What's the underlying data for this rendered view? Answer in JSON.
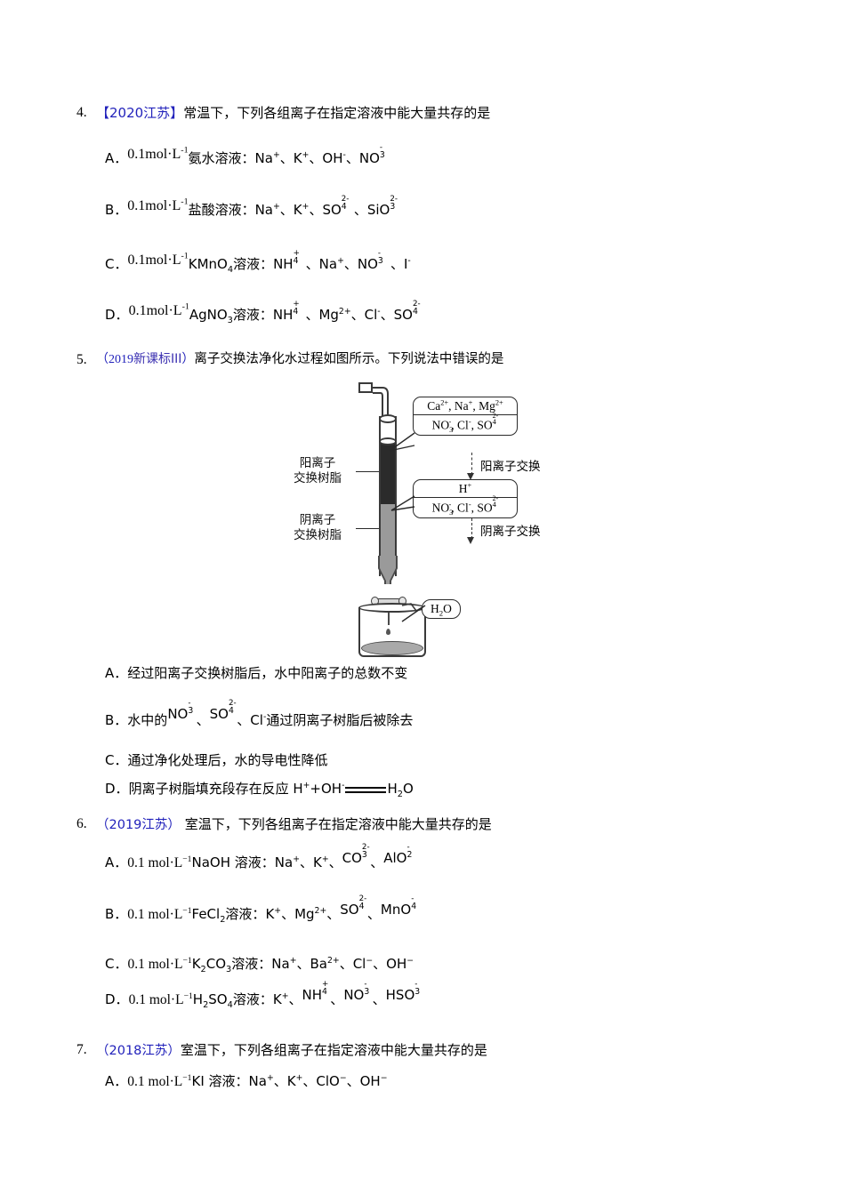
{
  "questions": [
    {
      "number": "4.",
      "tag": "【2020江苏】",
      "stem": "常温下，下列各组离子在指定溶液中能大量共存的是",
      "options": [
        {
          "letter": "A．",
          "conc": "0.1mol",
          "conc_unit": "·L",
          "conc_exp": "-1",
          "solution": "氨水溶液：",
          "ions": "Na⁺、K⁺、OH⁻、NO₃⁻"
        },
        {
          "letter": "B．",
          "conc": "0.1mol",
          "conc_unit": "·L",
          "conc_exp": "-1",
          "solution": "盐酸溶液：",
          "ions": "Na⁺、K⁺、SO₄²⁻、SiO₃²⁻"
        },
        {
          "letter": "C．",
          "conc": "0.1mol",
          "conc_unit": "·L",
          "conc_exp": "-1",
          "solution": "KMnO₄溶液：",
          "ions": "NH₄⁺、Na⁺、NO₃⁻、I⁻"
        },
        {
          "letter": "D．",
          "conc": "0.1mol",
          "conc_unit": "·L",
          "conc_exp": "-1",
          "solution": "AgNO₃溶液：",
          "ions": "NH₄⁺、Mg²⁺、Cl⁻、SO₄²⁻"
        }
      ]
    },
    {
      "number": "5.",
      "tag_open": "（",
      "tag_year": "2019",
      "tag_src": "新课标III",
      "tag_close": "）",
      "stem": "离子交换法净化水过程如图所示。下列说法中错误的是",
      "options": [
        {
          "letter": "A．",
          "text": "经过阳离子交换树脂后，水中阳离子的总数不变"
        },
        {
          "letter": "B．",
          "pre": "水中的",
          "ion1": "NO₃⁻",
          "sep1": "、",
          "ion2": "SO₄²⁻",
          "sep2": "、",
          "post": "Cl⁻通过阴离子树脂后被除去"
        },
        {
          "letter": "C．",
          "text": "通过净化处理后，水的导电性降低"
        },
        {
          "letter": "D．",
          "pre": "阴离子树脂填充段存在反应 H⁺+OH⁻",
          "post": "H₂O"
        }
      ]
    },
    {
      "number": "6.",
      "tag": "（2019江苏）",
      "stem": "室温下，下列各组离子在指定溶液中能大量共存的是",
      "options": [
        {
          "letter": "A．",
          "conc": "0.1 mol·L⁻¹",
          "solution": "NaOH 溶液：",
          "ions_plain": "Na⁺、K⁺、",
          "ion1": "CO₃²⁻",
          "sep": "、",
          "ion2": "AlO₂⁻"
        },
        {
          "letter": "B．",
          "conc": "0.1 mol·L⁻¹",
          "solution": "FeCl₂溶液：",
          "ions_plain": "K⁺、Mg²⁺、",
          "ion1": "SO₄²⁻",
          "sep": "、",
          "ion2": "MnO₄⁻"
        },
        {
          "letter": "C．",
          "conc": "0.1 mol·L⁻¹",
          "solution": "K₂CO₃溶液：",
          "ions_plain": "Na⁺、Ba²⁺、Cl⁻、OH⁻"
        },
        {
          "letter": "D．",
          "conc": "0.1 mol·L⁻¹",
          "solution": "H₂SO₄溶液：",
          "ions_plain": "K⁺、",
          "ion1": "NH₄⁺",
          "sep": "、",
          "ion2": "NO₃⁻",
          "sep2": "、",
          "ion3": "HSO₃⁻"
        }
      ]
    },
    {
      "number": "7.",
      "tag": "（2018江苏）",
      "stem": "室温下，下列各组离子在指定溶液中能大量共存的是",
      "options": [
        {
          "letter": "A．",
          "conc": "0.1 mol·L⁻¹",
          "solution": "KI 溶液：",
          "ions_plain": "Na⁺、K⁺、ClO⁻、OH⁻"
        }
      ]
    }
  ],
  "figure": {
    "label_cation_resin_line1": "阳离子",
    "label_cation_resin_line2": "交换树脂",
    "label_anion_resin_line1": "阴离子",
    "label_anion_resin_line2": "交换树脂",
    "box1_top": "Ca²⁺, Na⁺, Mg²⁺",
    "box1_bottom": "NO₃⁻, Cl⁻, SO₄²⁻",
    "box2_top": "H⁺",
    "box2_bottom": "NO₃⁻, Cl⁻, SO₄²⁻",
    "arrow1_label": "阳离子交换",
    "arrow2_label": "阴离子交换",
    "water_label": "H₂O"
  },
  "colors": {
    "source_tag_blue": "#2222bb",
    "source_tag_blue2": "#3a2fb0",
    "resin_cation_fill": "#2b2b2b",
    "resin_anion_fill": "#9a9a9a",
    "liquid_fill": "#a9a9a9",
    "text": "#000000",
    "page_background": "#ffffff"
  }
}
